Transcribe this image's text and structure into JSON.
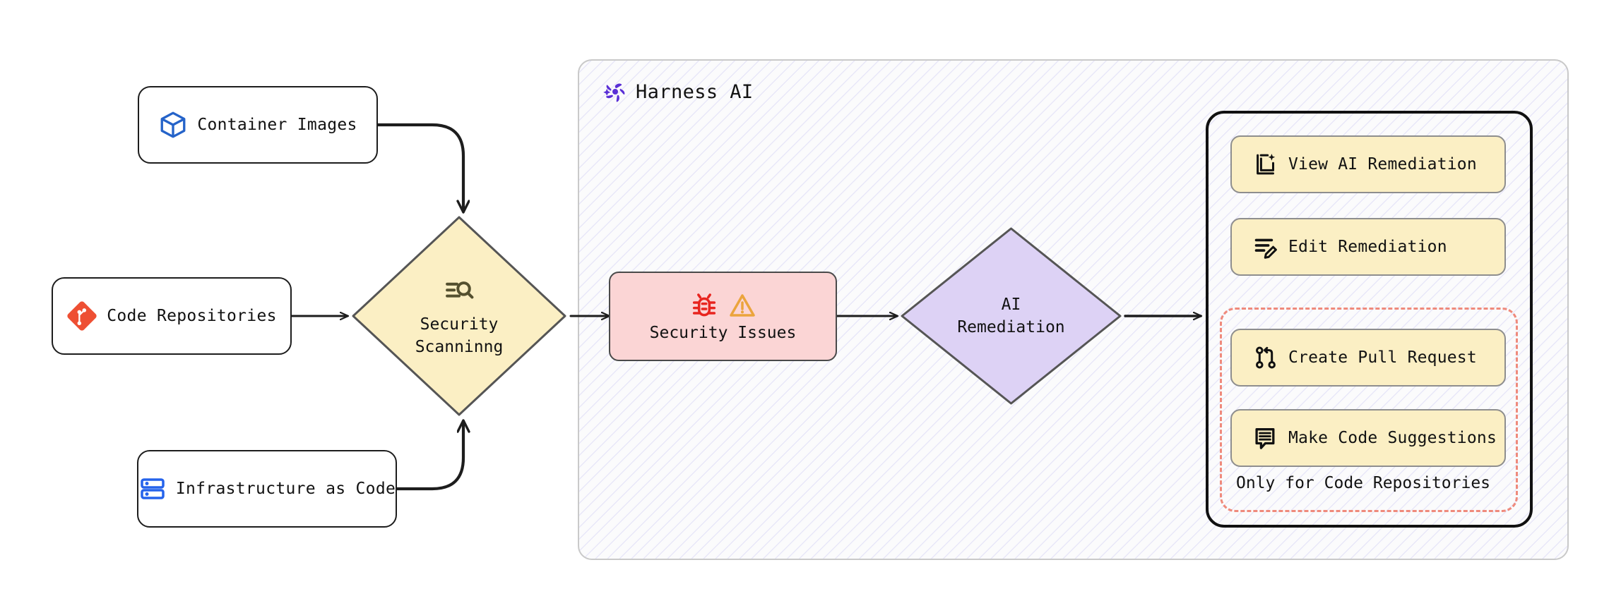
{
  "diagram": {
    "type": "flowchart",
    "title": "Harness AI Security Scanning and Remediation Flow",
    "direction": "left-to-right"
  },
  "sources": [
    {
      "id": "container-images",
      "label": "Container Images",
      "icon": "cube-icon",
      "icon_color": "#2563c9"
    },
    {
      "id": "code-repositories",
      "label": "Code Repositories",
      "icon": "git-icon",
      "icon_color": "#ee4f33"
    },
    {
      "id": "infrastructure-as-code",
      "label": "Infrastructure as Code",
      "icon": "server-icon",
      "icon_color": "#2563eb"
    }
  ],
  "scanning": {
    "line1": "Security",
    "line2": "Scanninng",
    "icon": "scan-search-icon",
    "fill": "#fbefc4",
    "stroke": "#555555"
  },
  "issues": {
    "label": "Security Issues",
    "icons": [
      "bug-icon",
      "warning-triangle-icon"
    ],
    "bug_color": "#e8251f",
    "warning_color": "#eba43c",
    "fill": "#fbd5d5",
    "stroke": "#4a4a4a"
  },
  "remediation": {
    "line1": "AI",
    "line2": "Remediation",
    "fill": "#ddd2f5",
    "stroke": "#555555"
  },
  "subgraph": {
    "title": "Harness AI",
    "logo": "harness-pinwheel-icon",
    "logo_color": "#5a2fd6",
    "border_color": "#c9c9c9"
  },
  "actions": [
    {
      "id": "view-ai-remediation",
      "label": "View AI Remediation",
      "icon": "doc-sparkle-icon"
    },
    {
      "id": "edit-remediation",
      "label": "Edit Remediation",
      "icon": "lines-pencil-icon"
    },
    {
      "id": "create-pull-request",
      "label": "Create Pull Request",
      "icon": "pull-request-icon"
    },
    {
      "id": "make-code-suggestions",
      "label": "Make Code Suggestions",
      "icon": "comment-lines-icon"
    }
  ],
  "dashed_group": {
    "caption": "Only for Code Repositories",
    "border_color": "#ef8a7c",
    "members": [
      "create-pull-request",
      "make-code-suggestions"
    ]
  },
  "colors": {
    "action_fill": "#fbefc4",
    "action_stroke": "#8e8e8e",
    "panel_stroke": "#111111",
    "edge_stroke": "#1d1d1d",
    "canvas": "#ffffff"
  },
  "edges": [
    {
      "from": "container-images",
      "to": "security-scanning",
      "style": "curved-down"
    },
    {
      "from": "code-repositories",
      "to": "security-scanning",
      "style": "straight"
    },
    {
      "from": "infrastructure-as-code",
      "to": "security-scanning",
      "style": "curved-up"
    },
    {
      "from": "security-scanning",
      "to": "security-issues",
      "style": "straight"
    },
    {
      "from": "security-issues",
      "to": "ai-remediation",
      "style": "straight"
    },
    {
      "from": "ai-remediation",
      "to": "actions-panel",
      "style": "straight"
    }
  ]
}
